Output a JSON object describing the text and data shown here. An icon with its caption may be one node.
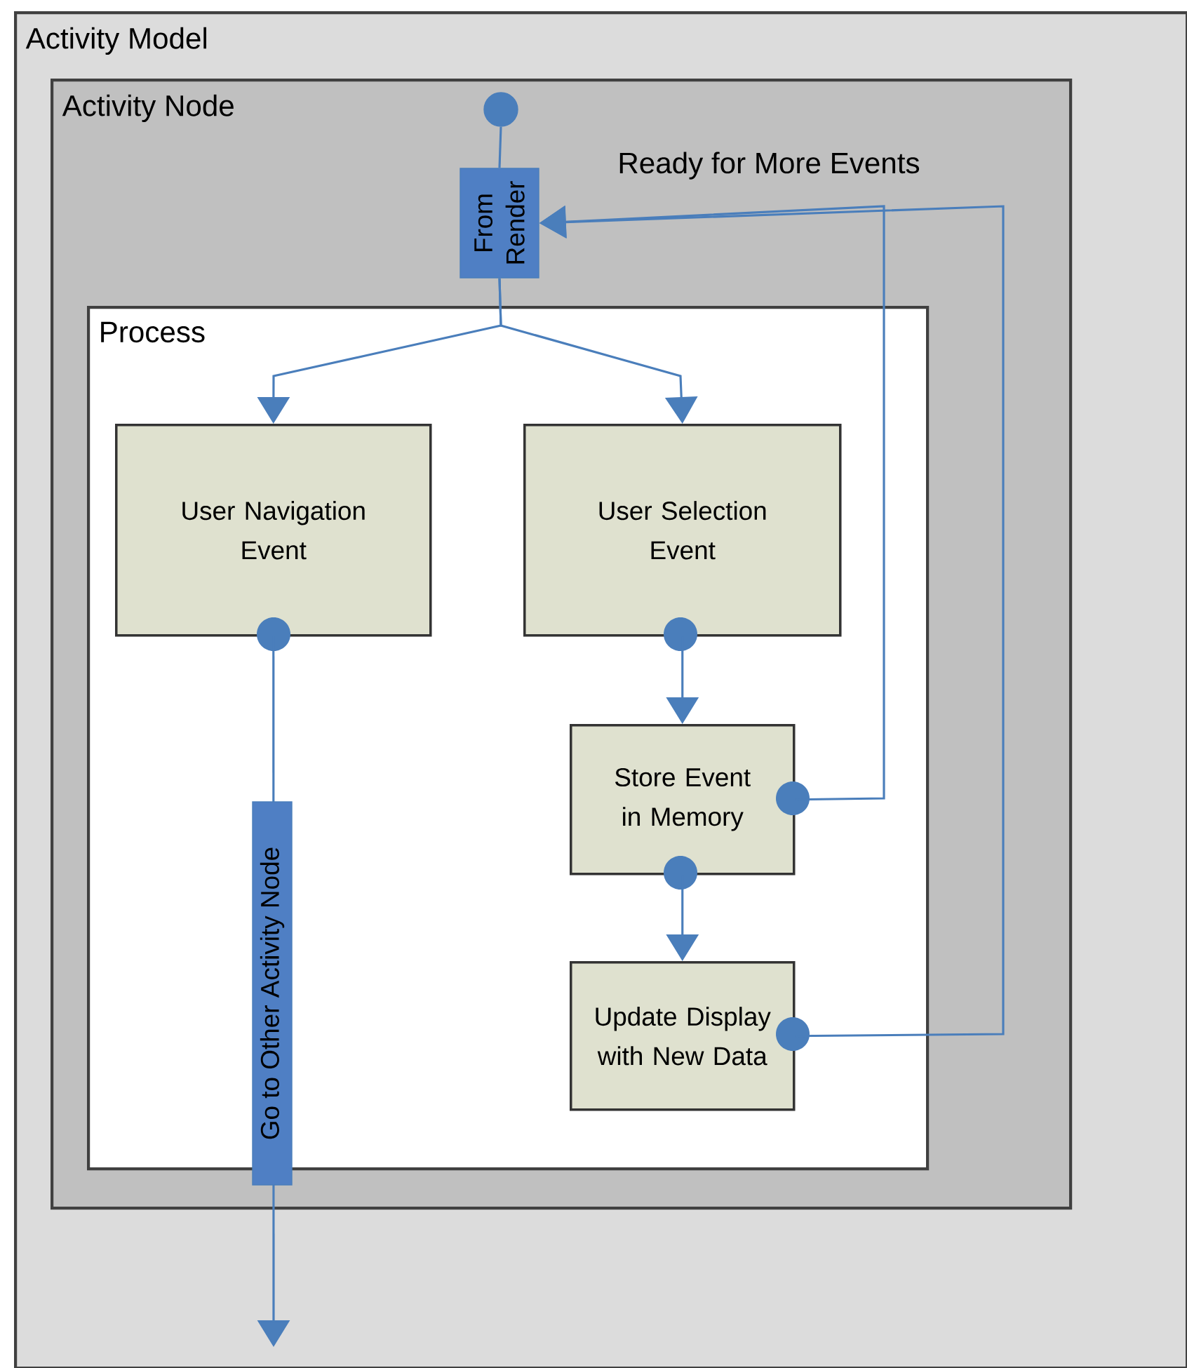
{
  "diagram": {
    "nodes": [
      {
        "text": [
          "Activity Model"
        ]
      },
      {
        "text": [
          "Activity Node"
        ],
        "in": 0
      },
      {
        "text": [],
        "shape": "circle",
        "in": 1
      },
      {
        "text": [
          "From Render"
        ],
        "in": 1
      },
      {
        "text": [
          "Process"
        ],
        "in": 1
      },
      {
        "text": [
          "User Navigation Event"
        ],
        "in": 4
      },
      {
        "text": [
          "User Selection Event"
        ],
        "in": 4
      },
      {
        "text": [
          "Store Event in Memory"
        ],
        "in": 4
      },
      {
        "text": [
          "Update Display with New Data"
        ],
        "in": 4
      }
    ],
    "edges": [
      {
        "from": 2,
        "to": 3,
        "arrow": "none"
      },
      {
        "from": 3,
        "to": 5,
        "arrow": "to"
      },
      {
        "from": 3,
        "to": 6,
        "arrow": "to"
      },
      {
        "from": 6,
        "to": 7,
        "arrow": "to"
      },
      {
        "from": 7,
        "to": 8,
        "arrow": "to"
      },
      {
        "from": 7,
        "to": 3,
        "arrow": "to",
        "label": "Ready for More Events"
      },
      {
        "from": 8,
        "to": 3,
        "arrow": "to"
      },
      {
        "from": 5,
        "to": null,
        "arrow": "to",
        "label": "Go to Other Activity Node"
      }
    ]
  }
}
